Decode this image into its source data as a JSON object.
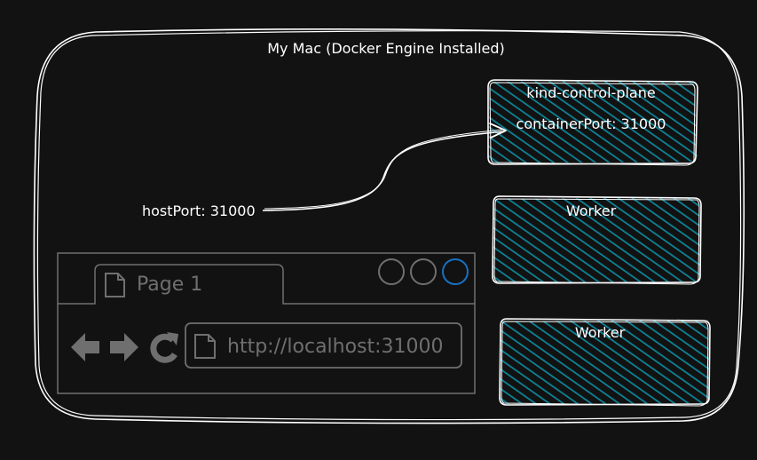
{
  "host": {
    "title": "My Mac (Docker Engine Installed)"
  },
  "host_port": {
    "label": "hostPort: 31000"
  },
  "nodes": {
    "control_plane": {
      "title": "kind-control-plane",
      "container_port": "containerPort: 31000",
      "fill_color": "#0c8599"
    },
    "worker_1": {
      "title": "Worker",
      "fill_color": "#0c8599"
    },
    "worker_2": {
      "title": "Worker",
      "fill_color": "#0c8599"
    }
  },
  "browser": {
    "tab_label": "Page 1",
    "address": "http://localhost:31000",
    "icons": [
      "back-arrow-icon",
      "forward-arrow-icon",
      "reload-icon",
      "document-icon"
    ],
    "window_buttons": [
      "window-button",
      "window-button",
      "window-button-active"
    ],
    "active_button_color": "#1971c2",
    "chrome_color": "#6f6f6f"
  },
  "colors": {
    "background": "#121212",
    "stroke": "#ffffff"
  }
}
